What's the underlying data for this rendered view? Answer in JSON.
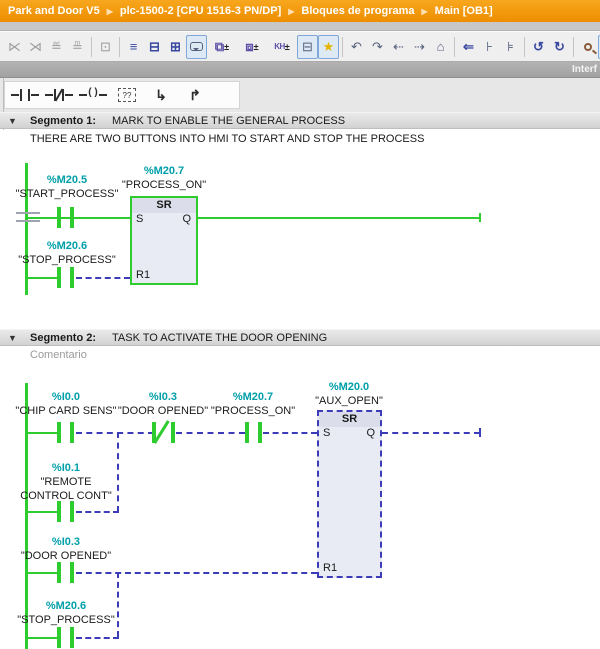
{
  "breadcrumb": {
    "separator": "▶",
    "items": [
      "Park and Door V5",
      "plc-1500-2 [CPU 1516-3 PN/DP]",
      "Bloques de programa",
      "Main [OB1]"
    ]
  },
  "toolbar": {
    "dropdown_glyph": "±",
    "items": [
      {
        "name": "insert-comparator-icon",
        "glyph": "⋉"
      },
      {
        "name": "delete-comparator-icon",
        "glyph": "⋊"
      },
      {
        "name": "invert-logic-icon",
        "glyph": "≝"
      },
      {
        "name": "edit-tags-icon",
        "glyph": "≞"
      },
      {
        "name": "paste-block-icon",
        "glyph": "⊡"
      },
      {
        "name": "network-list-icon",
        "glyph": "≡"
      },
      {
        "name": "expand-networks-icon",
        "glyph": "⊟"
      },
      {
        "name": "collapse-networks-icon",
        "glyph": "⊞"
      },
      {
        "name": "network-comments-toggle-icon",
        "glyph": ""
      },
      {
        "name": "favorites-visibility-icon",
        "glyph": "⧉"
      },
      {
        "name": "operand-preview-icon",
        "glyph": "⧈"
      },
      {
        "name": "operand-representation-icon",
        "glyph": "KH"
      },
      {
        "name": "compact-view-toggle-icon",
        "glyph": "⊟"
      },
      {
        "name": "favorites-star-icon",
        "glyph": "★"
      },
      {
        "name": "step-back-icon",
        "glyph": "↶"
      },
      {
        "name": "step-forward-icon",
        "glyph": "↷"
      },
      {
        "name": "goto-previous-network-icon",
        "glyph": "⇠"
      },
      {
        "name": "goto-next-network-icon",
        "glyph": "⇢"
      },
      {
        "name": "protection-shield-icon",
        "glyph": "⌂"
      },
      {
        "name": "jump-to-callee-icon",
        "glyph": "⇐"
      },
      {
        "name": "expand-statement-icon",
        "glyph": "⊦"
      },
      {
        "name": "collapse-statement-icon",
        "glyph": "⊧"
      },
      {
        "name": "undo-call-icon",
        "glyph": "↺"
      },
      {
        "name": "redo-call-icon",
        "glyph": "↻"
      },
      {
        "name": "find-operand-icon",
        "glyph": ""
      },
      {
        "name": "monitoring-toggle-icon",
        "glyph": ""
      },
      {
        "name": "device-info-icon",
        "glyph": "▯"
      }
    ]
  },
  "interface_bar": {
    "label": "Interf"
  },
  "favorites": {
    "empty_box_label": "??",
    "coil_label": "( )",
    "open_branch_glyph": "↳",
    "close_branch_glyph": "↱"
  },
  "ui": {
    "collapse_glyph": "▼"
  },
  "segment1": {
    "title_label": "Segmento 1:",
    "title_text": "MARK TO ENABLE THE GENERAL PROCESS",
    "comment": "THERE ARE TWO BUTTONS INTO HMI TO START AND STOP THE PROCESS",
    "contacts": {
      "start": {
        "address": "%M20.5",
        "name": "\"START_PROCESS\""
      },
      "stop": {
        "address": "%M20.6",
        "name": "\"STOP_PROCESS\""
      }
    },
    "block": {
      "address": "%M20.7",
      "name": "\"PROCESS_ON\"",
      "type": "SR",
      "pin_s": "S",
      "pin_q": "Q",
      "pin_r1": "R1"
    }
  },
  "segment2": {
    "title_label": "Segmento 2:",
    "title_text": "TASK TO ACTIVATE THE DOOR OPENING",
    "comment_placeholder": "Comentario",
    "contacts": {
      "chip": {
        "address": "%I0.0",
        "name": "\"CHIP CARD SENS\""
      },
      "door_nc": {
        "address": "%I0.3",
        "name": "\"DOOR OPENED\""
      },
      "process_on": {
        "address": "%M20.7",
        "name": "\"PROCESS_ON\""
      },
      "remote": {
        "address": "%I0.1",
        "name_line1": "\"REMOTE",
        "name_line2": "CONTROL CONT\""
      },
      "door": {
        "address": "%I0.3",
        "name": "\"DOOR OPENED\""
      },
      "stop": {
        "address": "%M20.6",
        "name": "\"STOP_PROCESS\""
      }
    },
    "block": {
      "address": "%M20.0",
      "name": "\"AUX_OPEN\"",
      "type": "SR",
      "pin_s": "S",
      "pin_q": "Q",
      "pin_r1": "R1"
    }
  },
  "colors": {
    "power_flow_green": "#2FCC2F",
    "no_flow_blue": "#3C3CB8",
    "operand_address_teal": "#009FA8",
    "breadcrumb_orange": "#EE8E00"
  }
}
